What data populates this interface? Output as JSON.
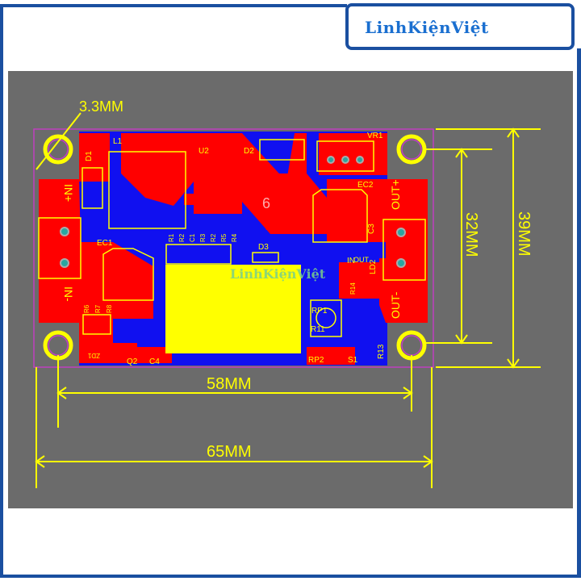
{
  "brand": {
    "logo_text": "LinhKiệnViệt",
    "watermark_text": "LinhKiệnViệt"
  },
  "colors": {
    "frame": "#1a4fa0",
    "background": "#6b6b6b",
    "copper_top": "#ff0000",
    "copper_bottom": "#1010f0",
    "silkscreen": "#ffff00",
    "outline": "#c040c0",
    "pad": "#2aa6a0"
  },
  "dimensions": {
    "hole": "3.3MM",
    "hole_spacing_width": "58MM",
    "board_width": "65MM",
    "hole_spacing_height": "32MM",
    "board_height": "39MM"
  },
  "components": {
    "l1": "L1",
    "d1": "D1",
    "u2": "U2",
    "d2": "D2",
    "vr1": "VR1",
    "ec2": "EC2",
    "ec1": "EC1",
    "c3": "C3",
    "d3": "D3",
    "ld2": "LD2",
    "r1": "R1",
    "r2": "R2",
    "c1": "C1",
    "r3": "R3",
    "rr2": "R2",
    "r5": "R5",
    "r4": "R4",
    "r6": "R6",
    "r7": "R7",
    "r8": "R8",
    "zd1": "ZD1",
    "q2": "Q2",
    "c4": "C4",
    "rp1": "RP1",
    "r11": "R11",
    "rp2": "RP2",
    "s1": "S1",
    "r13": "R13",
    "r14": "R14",
    "in": "IN",
    "out": "OUT",
    "big6": "6"
  },
  "terminals": {
    "in_plus": "IN+",
    "in_minus": "IN-",
    "out_plus": "OUT+",
    "out_minus": "OUT-"
  }
}
